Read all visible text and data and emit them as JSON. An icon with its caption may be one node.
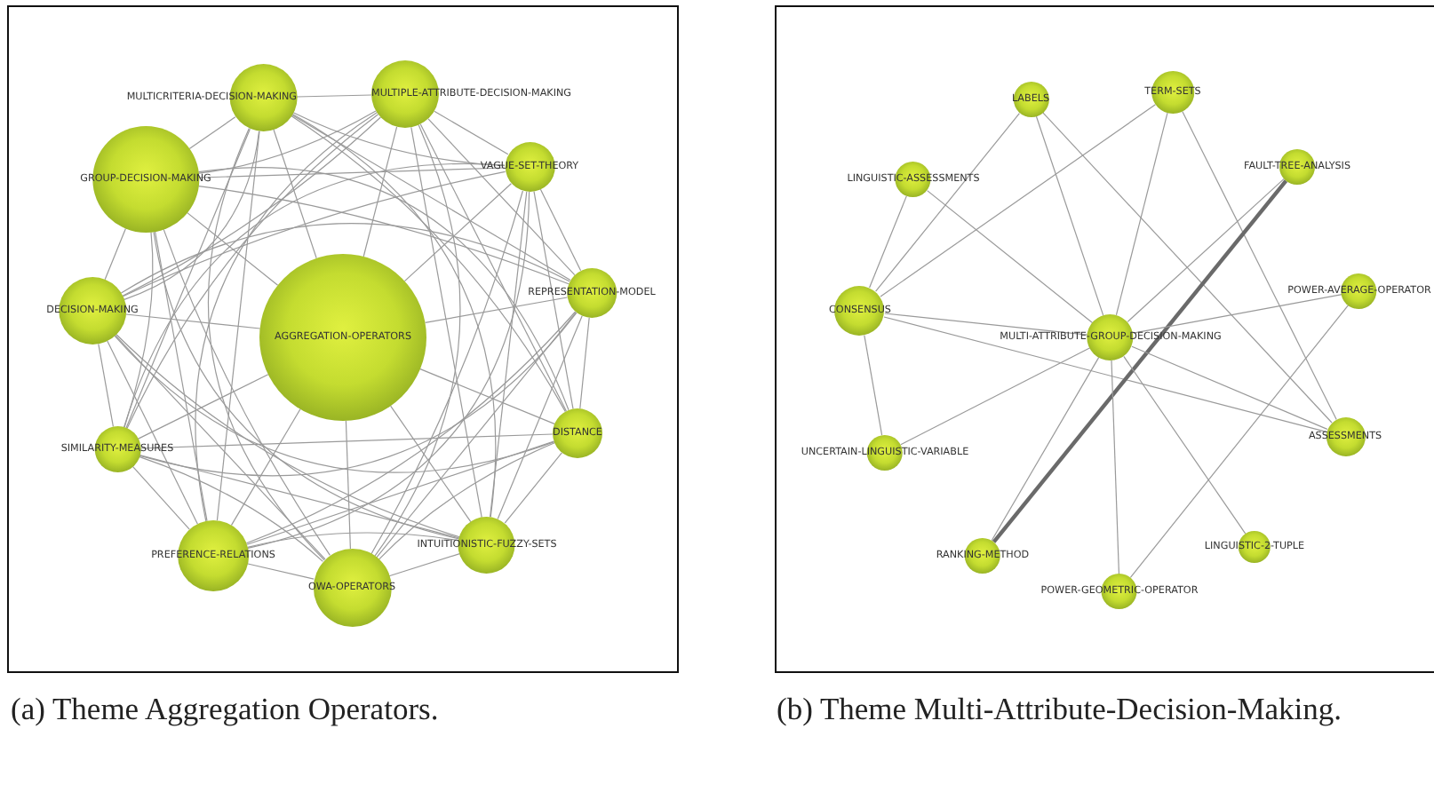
{
  "diagram": {
    "nodes": [
      {
        "text": [
          "MULTICRITERIA-DECISION-MAKING"
        ]
      },
      {
        "text": [
          "MULTIPLE-ATTRIBUTE-DECISION-MAKING"
        ]
      },
      {
        "text": [
          "GROUP-DECISION-MAKING"
        ]
      },
      {
        "text": [
          "VAGUE-SET-THEORY"
        ]
      },
      {
        "text": [
          "REPRESENTATION-MODEL"
        ]
      },
      {
        "text": [
          "DECISION-MAKING"
        ]
      },
      {
        "text": [
          "AGGREGATION-OPERATORS"
        ]
      },
      {
        "text": [
          "SIMILARITY-MEASURES"
        ]
      },
      {
        "text": [
          "DISTANCE"
        ]
      },
      {
        "text": [
          "INTUITIONISTIC-FUZZY-SETS"
        ]
      },
      {
        "text": [
          "PREFERENCE-RELATIONS"
        ]
      },
      {
        "text": [
          "OWA-OPERATORS"
        ]
      },
      {
        "text": [
          "TERM-SETS"
        ]
      },
      {
        "text": [
          "LABELS"
        ]
      },
      {
        "text": [
          "FAULT-TREE-ANALYSIS"
        ]
      },
      {
        "text": [
          "LINGUISTIC-ASSESSMENTS"
        ]
      },
      {
        "text": [
          "POWER-AVERAGE-OPERATOR"
        ]
      },
      {
        "text": [
          "CONSENSUS"
        ]
      },
      {
        "text": [
          "MULTI-ATTRIBUTE-GROUP-DECISION-MAKING"
        ]
      },
      {
        "text": [
          "ASSESSMENTS"
        ]
      },
      {
        "text": [
          "UNCERTAIN-LINGUISTIC-VARIABLE"
        ]
      },
      {
        "text": [
          "LINGUISTIC-2-TUPLE"
        ]
      },
      {
        "text": [
          "RANKING-METHOD"
        ]
      },
      {
        "text": [
          "POWER-GEOMETRIC-OPERATOR"
        ]
      }
    ],
    "edges": [
      {
        "from": 0,
        "to": 1,
        "arrow": "none"
      },
      {
        "from": 0,
        "to": 2,
        "arrow": "none"
      },
      {
        "from": 0,
        "to": 3,
        "arrow": "none"
      },
      {
        "from": 0,
        "to": 4,
        "arrow": "none"
      },
      {
        "from": 0,
        "to": 5,
        "arrow": "none"
      },
      {
        "from": 0,
        "to": 6,
        "arrow": "none"
      },
      {
        "from": 0,
        "to": 7,
        "arrow": "none"
      },
      {
        "from": 0,
        "to": 8,
        "arrow": "none"
      },
      {
        "from": 0,
        "to": 9,
        "arrow": "none"
      },
      {
        "from": 0,
        "to": 10,
        "arrow": "none"
      },
      {
        "from": 0,
        "to": 11,
        "arrow": "none"
      },
      {
        "from": 1,
        "to": 2,
        "arrow": "none"
      },
      {
        "from": 1,
        "to": 3,
        "arrow": "none"
      },
      {
        "from": 1,
        "to": 4,
        "arrow": "none"
      },
      {
        "from": 1,
        "to": 5,
        "arrow": "none"
      },
      {
        "from": 1,
        "to": 6,
        "arrow": "none"
      },
      {
        "from": 1,
        "to": 7,
        "arrow": "none"
      },
      {
        "from": 1,
        "to": 8,
        "arrow": "none"
      },
      {
        "from": 1,
        "to": 9,
        "arrow": "none"
      },
      {
        "from": 1,
        "to": 10,
        "arrow": "none"
      },
      {
        "from": 1,
        "to": 11,
        "arrow": "none"
      },
      {
        "from": 2,
        "to": 3,
        "arrow": "none"
      },
      {
        "from": 2,
        "to": 4,
        "arrow": "none"
      },
      {
        "from": 2,
        "to": 5,
        "arrow": "none"
      },
      {
        "from": 2,
        "to": 6,
        "arrow": "none"
      },
      {
        "from": 2,
        "to": 7,
        "arrow": "none"
      },
      {
        "from": 2,
        "to": 8,
        "arrow": "none"
      },
      {
        "from": 2,
        "to": 9,
        "arrow": "none"
      },
      {
        "from": 2,
        "to": 10,
        "arrow": "none"
      },
      {
        "from": 2,
        "to": 11,
        "arrow": "none"
      },
      {
        "from": 3,
        "to": 4,
        "arrow": "none"
      },
      {
        "from": 3,
        "to": 5,
        "arrow": "none"
      },
      {
        "from": 3,
        "to": 6,
        "arrow": "none"
      },
      {
        "from": 3,
        "to": 7,
        "arrow": "none"
      },
      {
        "from": 3,
        "to": 8,
        "arrow": "none"
      },
      {
        "from": 3,
        "to": 9,
        "arrow": "none"
      },
      {
        "from": 3,
        "to": 10,
        "arrow": "none"
      },
      {
        "from": 3,
        "to": 11,
        "arrow": "none"
      },
      {
        "from": 4,
        "to": 5,
        "arrow": "none"
      },
      {
        "from": 4,
        "to": 6,
        "arrow": "none"
      },
      {
        "from": 4,
        "to": 7,
        "arrow": "none"
      },
      {
        "from": 4,
        "to": 8,
        "arrow": "none"
      },
      {
        "from": 4,
        "to": 9,
        "arrow": "none"
      },
      {
        "from": 4,
        "to": 10,
        "arrow": "none"
      },
      {
        "from": 4,
        "to": 11,
        "arrow": "none"
      },
      {
        "from": 5,
        "to": 6,
        "arrow": "none"
      },
      {
        "from": 5,
        "to": 7,
        "arrow": "none"
      },
      {
        "from": 5,
        "to": 8,
        "arrow": "none"
      },
      {
        "from": 5,
        "to": 9,
        "arrow": "none"
      },
      {
        "from": 5,
        "to": 10,
        "arrow": "none"
      },
      {
        "from": 5,
        "to": 11,
        "arrow": "none"
      },
      {
        "from": 6,
        "to": 7,
        "arrow": "none"
      },
      {
        "from": 6,
        "to": 8,
        "arrow": "none"
      },
      {
        "from": 6,
        "to": 9,
        "arrow": "none"
      },
      {
        "from": 6,
        "to": 10,
        "arrow": "none"
      },
      {
        "from": 6,
        "to": 11,
        "arrow": "none"
      },
      {
        "from": 7,
        "to": 8,
        "arrow": "none"
      },
      {
        "from": 7,
        "to": 9,
        "arrow": "none"
      },
      {
        "from": 7,
        "to": 10,
        "arrow": "none"
      },
      {
        "from": 7,
        "to": 11,
        "arrow": "none"
      },
      {
        "from": 8,
        "to": 9,
        "arrow": "none"
      },
      {
        "from": 8,
        "to": 10,
        "arrow": "none"
      },
      {
        "from": 8,
        "to": 11,
        "arrow": "none"
      },
      {
        "from": 9,
        "to": 10,
        "arrow": "none"
      },
      {
        "from": 9,
        "to": 11,
        "arrow": "none"
      },
      {
        "from": 10,
        "to": 11,
        "arrow": "none"
      },
      {
        "from": 17,
        "to": 13,
        "arrow": "none"
      },
      {
        "from": 17,
        "to": 12,
        "arrow": "none"
      },
      {
        "from": 17,
        "to": 15,
        "arrow": "none"
      },
      {
        "from": 17,
        "to": 18,
        "arrow": "none"
      },
      {
        "from": 17,
        "to": 19,
        "arrow": "none"
      },
      {
        "from": 17,
        "to": 20,
        "arrow": "none"
      },
      {
        "from": 15,
        "to": 18,
        "arrow": "none"
      },
      {
        "from": 13,
        "to": 18,
        "arrow": "none"
      },
      {
        "from": 13,
        "to": 19,
        "arrow": "none"
      },
      {
        "from": 12,
        "to": 18,
        "arrow": "none"
      },
      {
        "from": 12,
        "to": 19,
        "arrow": "none"
      },
      {
        "from": 14,
        "to": 22,
        "arrow": "none",
        "style": "thick"
      },
      {
        "from": 14,
        "to": 18,
        "arrow": "none"
      },
      {
        "from": 16,
        "to": 18,
        "arrow": "none"
      },
      {
        "from": 16,
        "to": 23,
        "arrow": "none"
      },
      {
        "from": 18,
        "to": 20,
        "arrow": "none"
      },
      {
        "from": 18,
        "to": 19,
        "arrow": "none"
      },
      {
        "from": 18,
        "to": 22,
        "arrow": "none"
      },
      {
        "from": 18,
        "to": 23,
        "arrow": "none"
      },
      {
        "from": 18,
        "to": 21,
        "arrow": "none"
      }
    ],
    "labels": [
      "(a) Theme Aggregation Operators.",
      "(b) Theme Multi-Attribute-Decision-Making."
    ]
  }
}
